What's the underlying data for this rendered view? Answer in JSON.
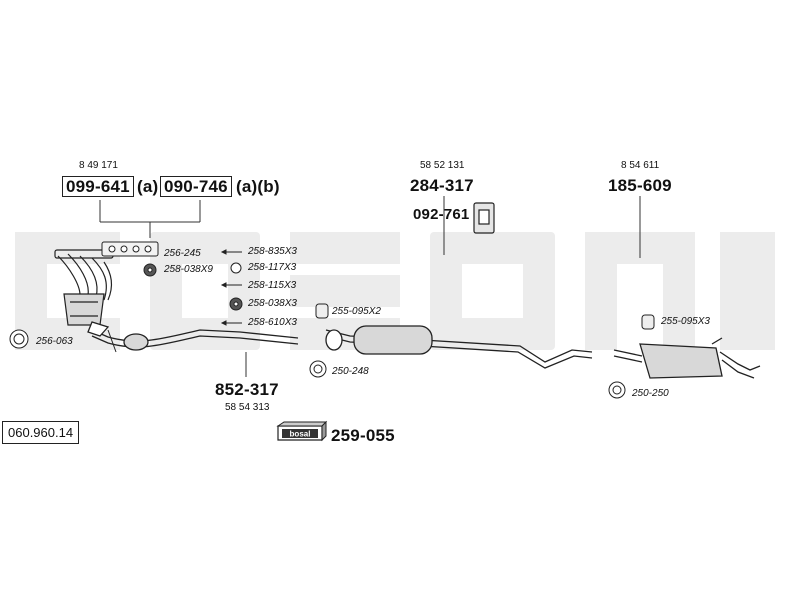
{
  "watermark": "bosal",
  "reference_number": "060.960.14",
  "manifold": {
    "oem": "8 49 171",
    "part1": "099-641",
    "suffix1": "(a)",
    "part2": "090-746",
    "suffix2": "(a)(b)"
  },
  "front_pipe": {
    "part": "852-317",
    "oem": "58 54 313"
  },
  "middle_silencer": {
    "oem": "58 52 131",
    "part": "284-317",
    "hanger": "092-761"
  },
  "rear_silencer": {
    "oem": "8 54 611",
    "part": "185-609"
  },
  "mounting_kit": {
    "label": "bosal",
    "part": "259-055"
  },
  "accessories": {
    "gasket": "256-245",
    "ring_a": "258-038X9",
    "bolt_a": "258-835X3",
    "washer_a": "258-117X3",
    "bolt_b": "258-115X3",
    "ring_b": "258-038X3",
    "bolt_c": "258-610X3",
    "gasket_front": "256-063",
    "rubber_mid": "255-095X2",
    "clamp_mid": "250-248",
    "rubber_rear": "255-095X3",
    "clamp_rear": "250-250"
  },
  "colors": {
    "watermark": "#ececec",
    "line": "#222222",
    "part_fill": "#d8d8d8"
  }
}
